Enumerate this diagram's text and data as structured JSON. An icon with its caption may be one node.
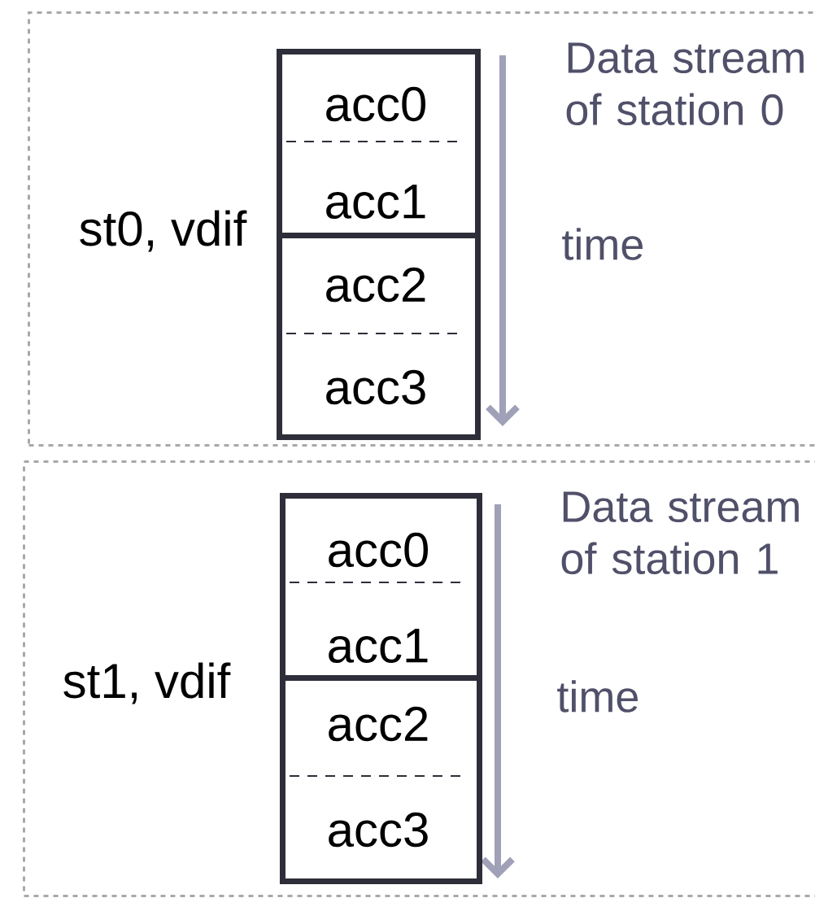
{
  "diagram": {
    "nodes": [
      {
        "text": [
          "Data stream of station 0",
          "st0, vdif",
          "time"
        ]
      },
      {
        "text": [
          "acc0",
          "acc1"
        ],
        "in": 0
      },
      {
        "text": [
          "acc2",
          "acc3"
        ],
        "in": 0
      },
      {
        "text": [
          "Data stream of station 1",
          "st1, vdif",
          "time"
        ]
      },
      {
        "text": [
          "acc0",
          "acc1"
        ],
        "in": 3
      },
      {
        "text": [
          "acc2",
          "acc3"
        ],
        "in": 3
      }
    ]
  }
}
